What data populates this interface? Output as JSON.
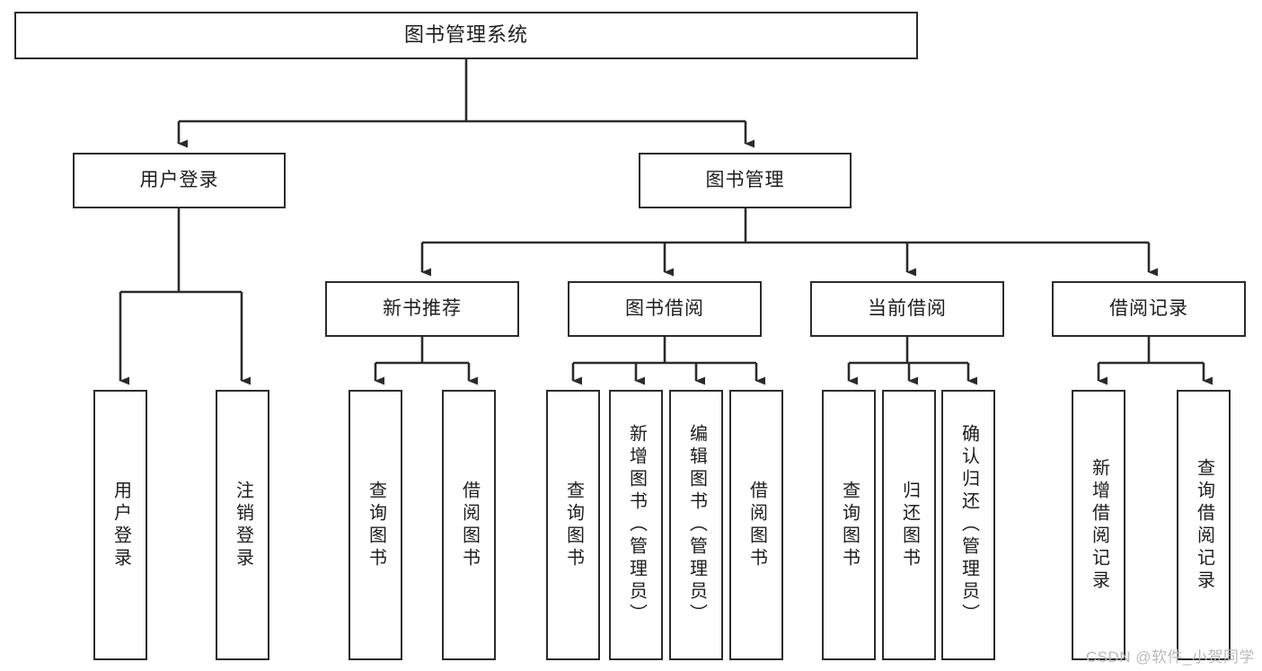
{
  "diagram": {
    "title": "图书管理系统",
    "type": "tree",
    "colors": {
      "box_border": "#2b2b2b",
      "box_fill": "#ffffff",
      "edge": "#2b2b2b",
      "text": "#1d1d1d",
      "watermark": "#b9b9b9",
      "background": "#ffffff"
    },
    "watermark": "CSDN @软件_小贺同学",
    "nodes": {
      "root": {
        "label": "图书管理系统"
      },
      "level2": [
        {
          "id": "user-login",
          "label": "用户登录"
        },
        {
          "id": "book-manage",
          "label": "图书管理"
        }
      ],
      "level3": [
        {
          "id": "new-book-rec",
          "label": "新书推荐"
        },
        {
          "id": "book-borrow",
          "label": "图书借阅"
        },
        {
          "id": "current-borrow",
          "label": "当前借阅"
        },
        {
          "id": "borrow-record",
          "label": "借阅记录"
        }
      ],
      "leaves": [
        {
          "id": "leaf-user-login",
          "label": "用户登录",
          "parent": "user-login"
        },
        {
          "id": "leaf-logout",
          "label": "注销登录",
          "parent": "user-login"
        },
        {
          "id": "leaf-query-book-1",
          "label": "查询图书",
          "parent": "new-book-rec"
        },
        {
          "id": "leaf-borrow-book-1",
          "label": "借阅图书",
          "parent": "new-book-rec"
        },
        {
          "id": "leaf-query-book-2",
          "label": "查询图书",
          "parent": "book-borrow"
        },
        {
          "id": "leaf-add-book",
          "label": "新增图书（管理员）",
          "parent": "book-borrow"
        },
        {
          "id": "leaf-edit-book",
          "label": "编辑图书（管理员）",
          "parent": "book-borrow"
        },
        {
          "id": "leaf-borrow-book-2",
          "label": "借阅图书",
          "parent": "book-borrow"
        },
        {
          "id": "leaf-query-book-3",
          "label": "查询图书",
          "parent": "current-borrow"
        },
        {
          "id": "leaf-return-book",
          "label": "归还图书",
          "parent": "current-borrow"
        },
        {
          "id": "leaf-confirm-return",
          "label": "确认归还（管理员）",
          "parent": "current-borrow"
        },
        {
          "id": "leaf-add-record",
          "label": "新增借阅记录",
          "parent": "borrow-record"
        },
        {
          "id": "leaf-query-record",
          "label": "查询借阅记录",
          "parent": "borrow-record"
        }
      ]
    }
  }
}
